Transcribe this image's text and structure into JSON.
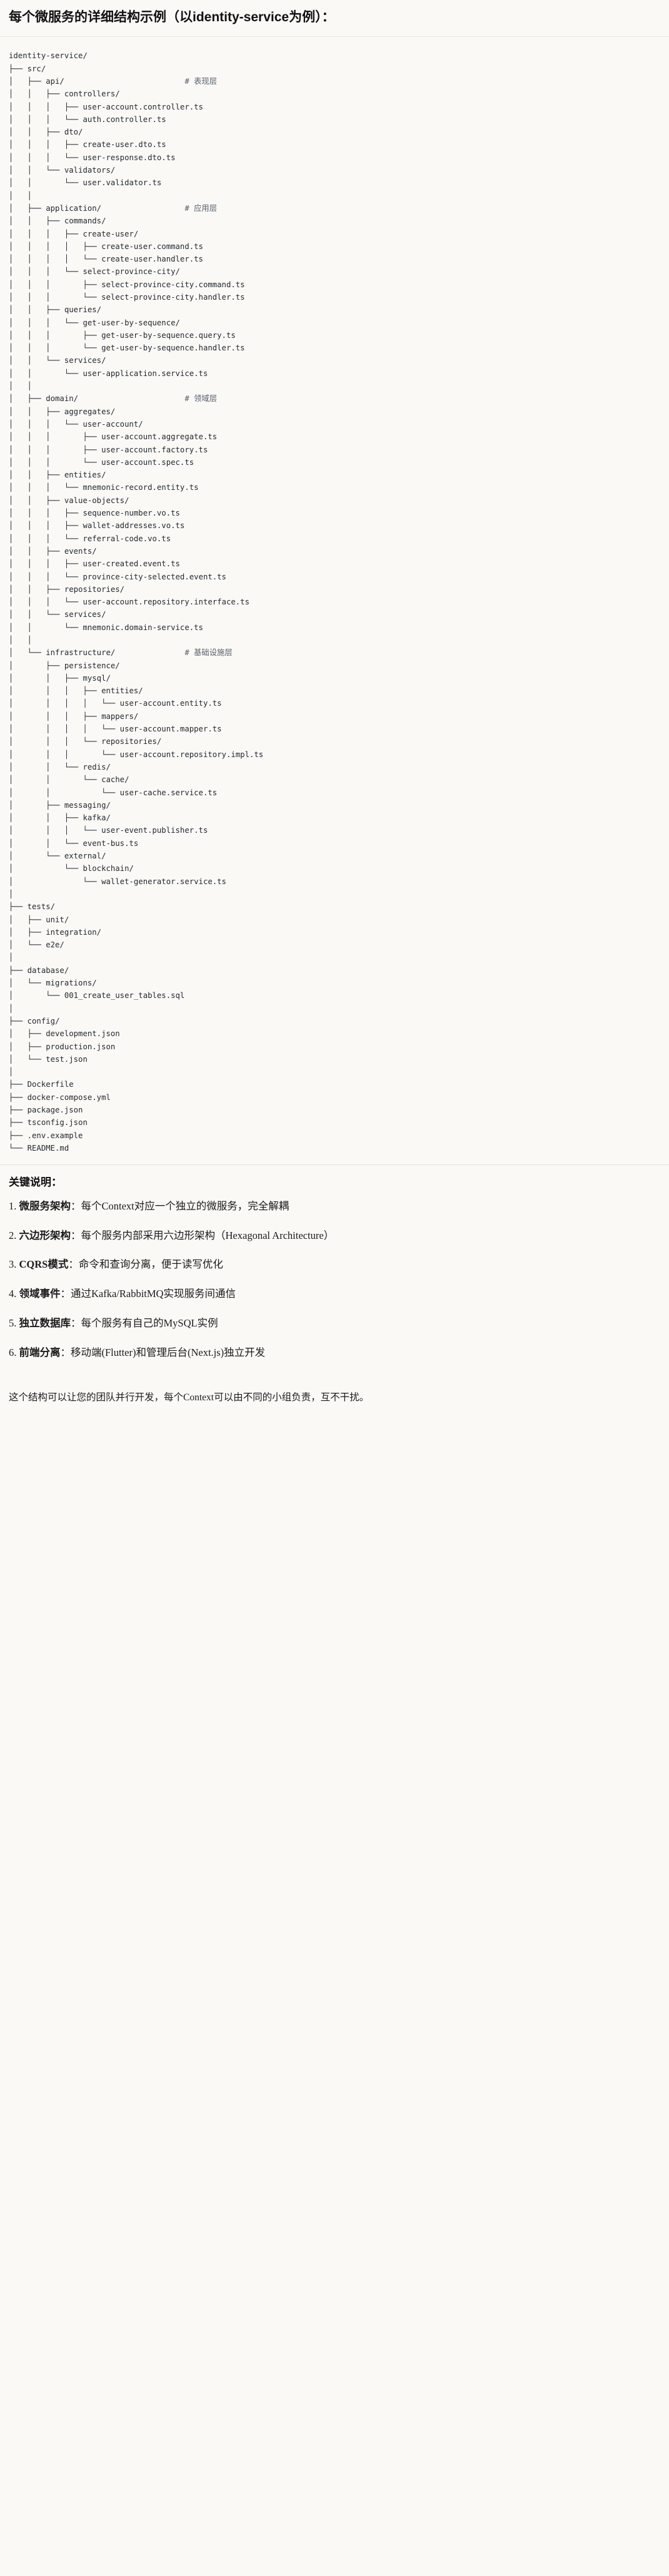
{
  "heading": "每个微服务的详细结构示例（以identity-service为例）：",
  "tree": {
    "title": "identity-service/",
    "lines": [
      "identity-service/",
      "├── src/",
      "│   ├── api/                          # 表现层",
      "│   │   ├── controllers/",
      "│   │   │   ├── user-account.controller.ts",
      "│   │   │   └── auth.controller.ts",
      "│   │   ├── dto/",
      "│   │   │   ├── create-user.dto.ts",
      "│   │   │   └── user-response.dto.ts",
      "│   │   └── validators/",
      "│   │       └── user.validator.ts",
      "│   │",
      "│   ├── application/                  # 应用层",
      "│   │   ├── commands/",
      "│   │   │   ├── create-user/",
      "│   │   │   │   ├── create-user.command.ts",
      "│   │   │   │   └── create-user.handler.ts",
      "│   │   │   └── select-province-city/",
      "│   │   │       ├── select-province-city.command.ts",
      "│   │   │       └── select-province-city.handler.ts",
      "│   │   ├── queries/",
      "│   │   │   └── get-user-by-sequence/",
      "│   │   │       ├── get-user-by-sequence.query.ts",
      "│   │   │       └── get-user-by-sequence.handler.ts",
      "│   │   └── services/",
      "│   │       └── user-application.service.ts",
      "│   │",
      "│   ├── domain/                       # 领域层",
      "│   │   ├── aggregates/",
      "│   │   │   └── user-account/",
      "│   │   │       ├── user-account.aggregate.ts",
      "│   │   │       ├── user-account.factory.ts",
      "│   │   │       └── user-account.spec.ts",
      "│   │   ├── entities/",
      "│   │   │   └── mnemonic-record.entity.ts",
      "│   │   ├── value-objects/",
      "│   │   │   ├── sequence-number.vo.ts",
      "│   │   │   ├── wallet-addresses.vo.ts",
      "│   │   │   └── referral-code.vo.ts",
      "│   │   ├── events/",
      "│   │   │   ├── user-created.event.ts",
      "│   │   │   └── province-city-selected.event.ts",
      "│   │   ├── repositories/",
      "│   │   │   └── user-account.repository.interface.ts",
      "│   │   └── services/",
      "│   │       └── mnemonic.domain-service.ts",
      "│   │",
      "│   └── infrastructure/               # 基础设施层",
      "│       ├── persistence/",
      "│       │   ├── mysql/",
      "│       │   │   ├── entities/",
      "│       │   │   │   └── user-account.entity.ts",
      "│       │   │   ├── mappers/",
      "│       │   │   │   └── user-account.mapper.ts",
      "│       │   │   └── repositories/",
      "│       │   │       └── user-account.repository.impl.ts",
      "│       │   └── redis/",
      "│       │       └── cache/",
      "│       │           └── user-cache.service.ts",
      "│       ├── messaging/",
      "│       │   ├── kafka/",
      "│       │   │   └── user-event.publisher.ts",
      "│       │   └── event-bus.ts",
      "│       └── external/",
      "│           └── blockchain/",
      "│               └── wallet-generator.service.ts",
      "│",
      "├── tests/",
      "│   ├── unit/",
      "│   ├── integration/",
      "│   └── e2e/",
      "│",
      "├── database/",
      "│   └── migrations/",
      "│       └── 001_create_user_tables.sql",
      "│",
      "├── config/",
      "│   ├── development.json",
      "│   ├── production.json",
      "│   └── test.json",
      "│",
      "├── Dockerfile",
      "├── docker-compose.yml",
      "├── package.json",
      "├── tsconfig.json",
      "├── .env.example",
      "└── README.md"
    ],
    "comments": [
      "# 表现层",
      "# 应用层",
      "# 领域层",
      "# 基础设施层"
    ]
  },
  "notes": {
    "title": "关键说明：",
    "items": [
      {
        "num": "1.",
        "term": "微服务架构",
        "sep": "：",
        "text": "每个Context对应一个独立的微服务，完全解耦"
      },
      {
        "num": "2.",
        "term": "六边形架构",
        "sep": "：",
        "text": "每个服务内部采用六边形架构（Hexagonal Architecture）"
      },
      {
        "num": "3.",
        "term": "CQRS模式",
        "sep": "：",
        "text": "命令和查询分离，便于读写优化"
      },
      {
        "num": "4.",
        "term": "领域事件",
        "sep": "：",
        "text": "通过Kafka/RabbitMQ实现服务间通信"
      },
      {
        "num": "5.",
        "term": "独立数据库",
        "sep": "：",
        "text": "每个服务有自己的MySQL实例"
      },
      {
        "num": "6.",
        "term": "前端分离",
        "sep": "：",
        "text": "移动端(Flutter)和管理后台(Next.js)独立开发"
      }
    ],
    "closing": "这个结构可以让您的团队并行开发，每个Context可以由不同的小组负责，互不干扰。"
  }
}
